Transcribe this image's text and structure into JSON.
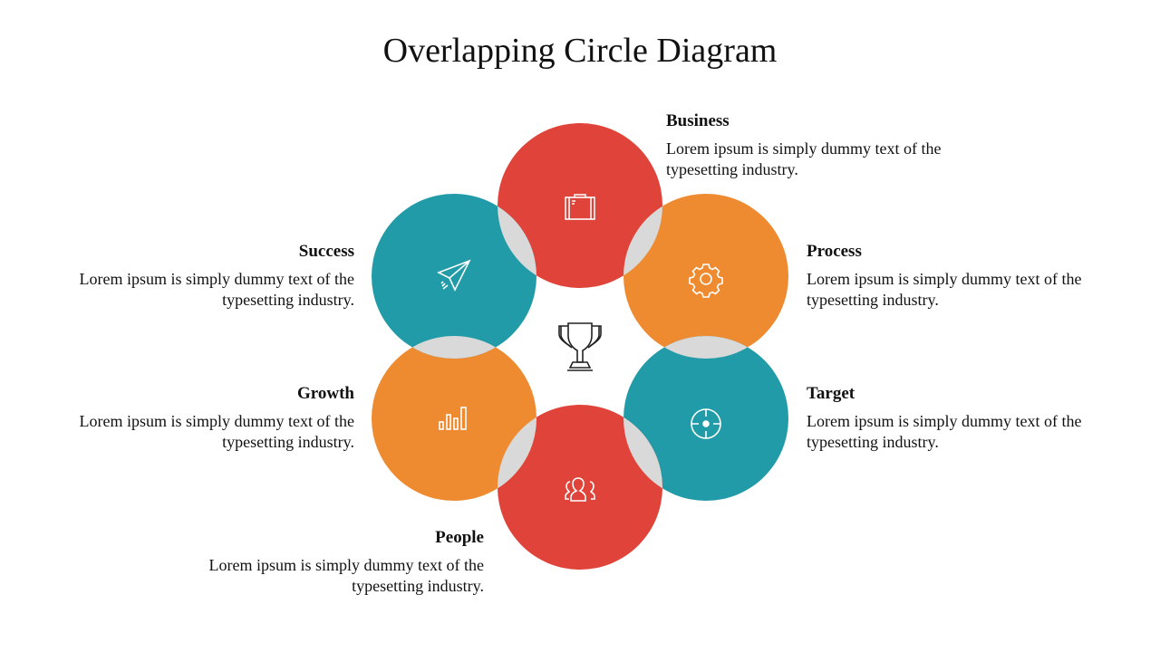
{
  "title": "Overlapping Circle Diagram",
  "colors": {
    "red": "#E04339",
    "orange": "#EE8B31",
    "teal": "#219BA7",
    "overlap": "#D9D9D9"
  },
  "center_icon": "trophy-icon",
  "items": [
    {
      "label": "Business",
      "text": "Lorem ipsum is simply dummy text of the typesetting industry.",
      "icon": "briefcase-icon",
      "color": "#E04339"
    },
    {
      "label": "Process",
      "text": "Lorem ipsum is simply dummy text of the typesetting industry.",
      "icon": "gear-icon",
      "color": "#EE8B31"
    },
    {
      "label": "Target",
      "text": "Lorem ipsum is simply dummy text of the typesetting industry.",
      "icon": "target-icon",
      "color": "#219BA7"
    },
    {
      "label": "People",
      "text": "Lorem ipsum is simply dummy text of the typesetting industry.",
      "icon": "people-icon",
      "color": "#E04339"
    },
    {
      "label": "Growth",
      "text": "Lorem ipsum is simply dummy text of the typesetting industry.",
      "icon": "bar-chart-icon",
      "color": "#EE8B31"
    },
    {
      "label": "Success",
      "text": "Lorem ipsum is simply dummy text of the typesetting industry.",
      "icon": "paper-plane-icon",
      "color": "#219BA7"
    }
  ]
}
